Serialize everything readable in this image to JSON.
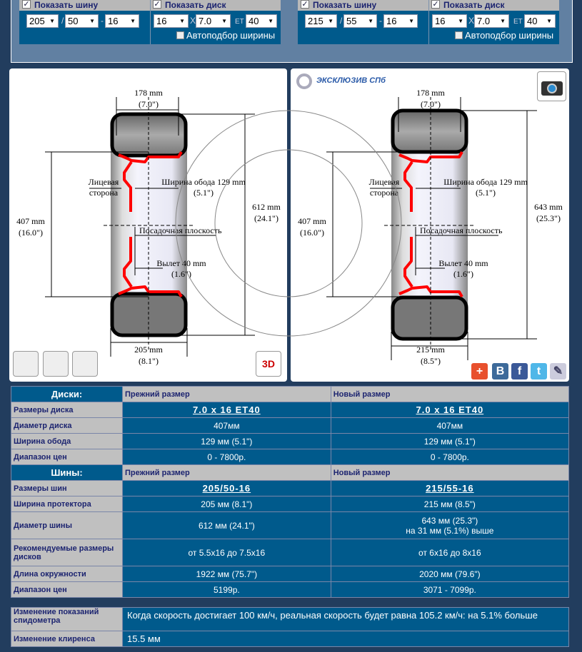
{
  "old": {
    "show_tire": "Показать шину",
    "show_disk": "Показать диск",
    "width": "205",
    "profile": "50",
    "radius": "16",
    "disk_diameter": "16",
    "disk_width": "7.0",
    "et": "40",
    "auto": "Автоподбор ширины"
  },
  "new": {
    "show_tire": "Показать шину",
    "show_disk": "Показать диск",
    "width": "215",
    "profile": "55",
    "radius": "16",
    "disk_diameter": "16",
    "disk_width": "7.0",
    "et": "40",
    "auto": "Автоподбор ширины"
  },
  "sym": {
    "slash": "/",
    "dash": "-",
    "x": "X",
    "et": "ET"
  },
  "diagram_old": {
    "rim_w": "178 mm",
    "rim_w_in": "(7.0\")",
    "rim_d": "407 mm",
    "rim_d_in": "(16.0\")",
    "tire_d": "612 mm",
    "tire_d_in": "(24.1\")",
    "face1": "Лицевая",
    "face2": "сторона",
    "rimw": "Ширина обода 129 mm",
    "rimw_in": "(5.1\")",
    "seat": "Посадочная плоскость",
    "offset": "Вылет 40 mm",
    "offset_in": "(1.6\")",
    "tire_w": "205 mm",
    "tire_w_in": "(8.1\")"
  },
  "diagram_new": {
    "rim_w": "178 mm",
    "rim_w_in": "(7.0\")",
    "rim_d": "407 mm",
    "rim_d_in": "(16.0\")",
    "tire_d": "643 mm",
    "tire_d_in": "(25.3\")",
    "face1": "Лицевая",
    "face2": "сторона",
    "rimw": "Ширина обода 129 mm",
    "rimw_in": "(5.1\")",
    "seat": "Посадочная плоскость",
    "offset": "Вылет 40 mm",
    "offset_in": "(1.6\")",
    "tire_w": "215 mm",
    "tire_w_in": "(8.5\")"
  },
  "logo": "ЭКСКЛЮЗИВ СПб",
  "three_d": "3D",
  "social": [
    "+",
    "B",
    "f",
    "t",
    "✎"
  ],
  "disks": {
    "title": "Диски:",
    "old": "Прежний размер",
    "new": "Новый размер",
    "rows": [
      {
        "label": "Размеры диска",
        "old": "7.0 x 16 ET40",
        "new": "7.0 x 16 ET40"
      },
      {
        "label": "Диаметр диска",
        "old": "407мм",
        "new": "407мм"
      },
      {
        "label": "Ширина обода",
        "old": "129 мм (5.1\")",
        "new": "129 мм (5.1\")"
      },
      {
        "label": "Диапазон цен",
        "old": "0 - 7800р.",
        "new": "0 - 7800р."
      }
    ]
  },
  "tires": {
    "title": "Шины:",
    "old": "Прежний размер",
    "new": "Новый размер",
    "rows": [
      {
        "label": "Размеры шин",
        "old": "205/50-16",
        "new": "215/55-16"
      },
      {
        "label": "Ширина протектора",
        "old": "205 мм (8.1\")",
        "new": "215 мм (8.5\")"
      },
      {
        "label": "Диаметр шины",
        "old": "612 мм (24.1\")",
        "new": "643 мм (25.3\")",
        "new2": "на 31 мм (5.1%) выше"
      },
      {
        "label": "Рекомендуемые размеры дисков",
        "old": "от 5.5x16 до 7.5x16",
        "new": "от 6x16 до 8x16"
      },
      {
        "label": "Длина окружности",
        "old": "1922 мм (75.7\")",
        "new": "2020 мм (79.6\")"
      },
      {
        "label": "Диапазон цен",
        "old": "5199р.",
        "new": "3071 - 7099р."
      }
    ]
  },
  "summary": [
    {
      "label": "Изменение показаний спидометра",
      "value": "Когда скорость достигает 100 км/ч, реальная скорость будет равна 105.2 км/ч: на 5.1% больше"
    },
    {
      "label": "Изменение клиренса",
      "value": "15.5 мм"
    }
  ],
  "colors": {
    "bg": "#223d5e",
    "blue": "#005a8c",
    "gray": "#c0c0c0",
    "red": "#ff0000"
  }
}
